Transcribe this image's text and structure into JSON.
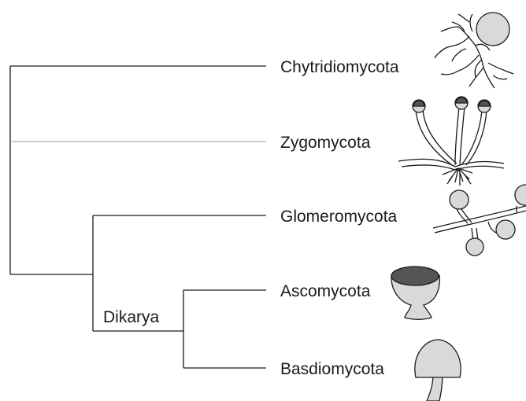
{
  "tree": {
    "taxa": [
      {
        "name": "Chytridiomycota",
        "icon": "chytrid-icon"
      },
      {
        "name": "Zygomycota",
        "icon": "zygomycete-icon"
      },
      {
        "name": "Glomeromycota",
        "icon": "glomeromycete-icon"
      },
      {
        "name": "Ascomycota",
        "icon": "ascomycete-cup-icon"
      },
      {
        "name": "Basdiomycota",
        "icon": "mushroom-icon"
      }
    ],
    "clade_label": "Dikarya"
  },
  "colors": {
    "line": "#1a1a1a",
    "fungus_fill": "#d9d9d9",
    "cup_inner": "#555555"
  }
}
